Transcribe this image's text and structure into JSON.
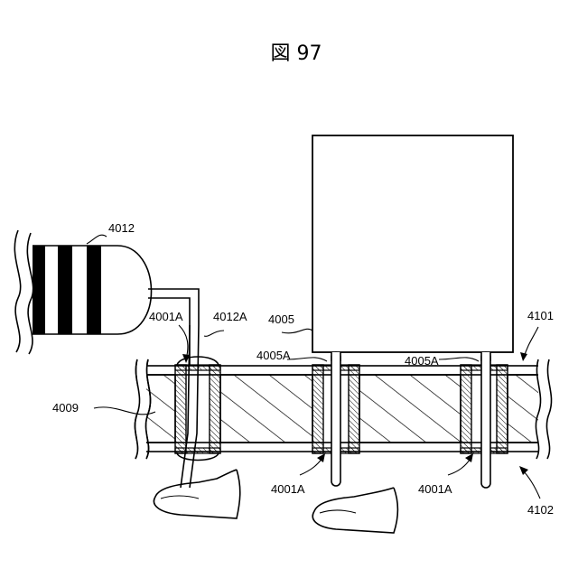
{
  "figure": {
    "title": "図 97",
    "labels": {
      "resistor": "4012",
      "resistor_lead": "4012A",
      "through_hole_left": "4001A",
      "board": "4009",
      "component": "4005",
      "lead_a": "4005A",
      "lead_b": "4005A",
      "through_hole_mid": "4001A",
      "through_hole_right": "4001A",
      "assembly_top": "4101",
      "assembly_bottom": "4102"
    }
  }
}
